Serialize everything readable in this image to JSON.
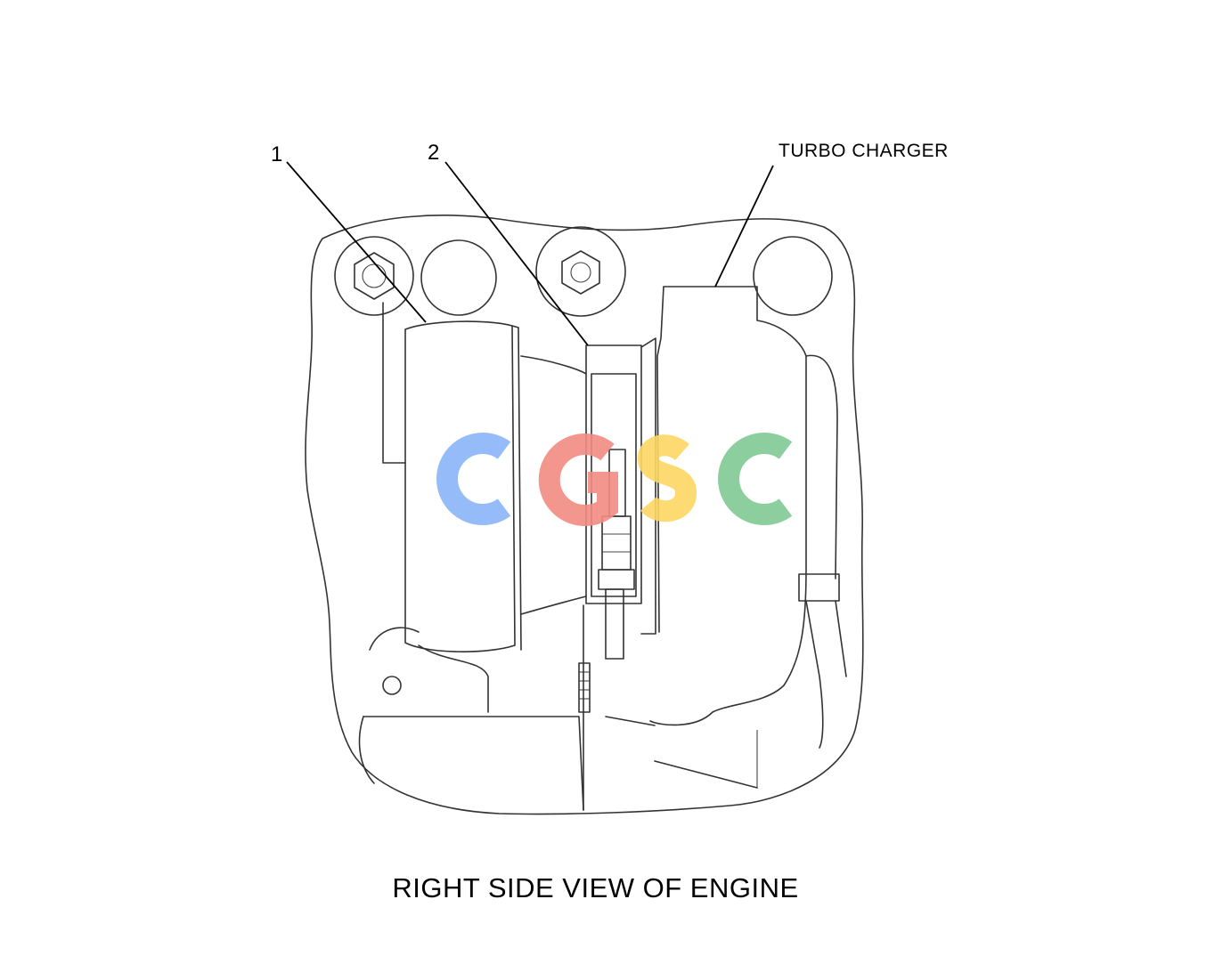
{
  "callouts": {
    "item_1": "1",
    "item_2": "2",
    "turbo": "TURBO CHARGER"
  },
  "caption": "RIGHT SIDE VIEW OF ENGINE",
  "watermark": {
    "text": "CGSC",
    "colors": [
      "#8ab4f8",
      "#f28b82",
      "#fdd663",
      "#81c995"
    ]
  }
}
